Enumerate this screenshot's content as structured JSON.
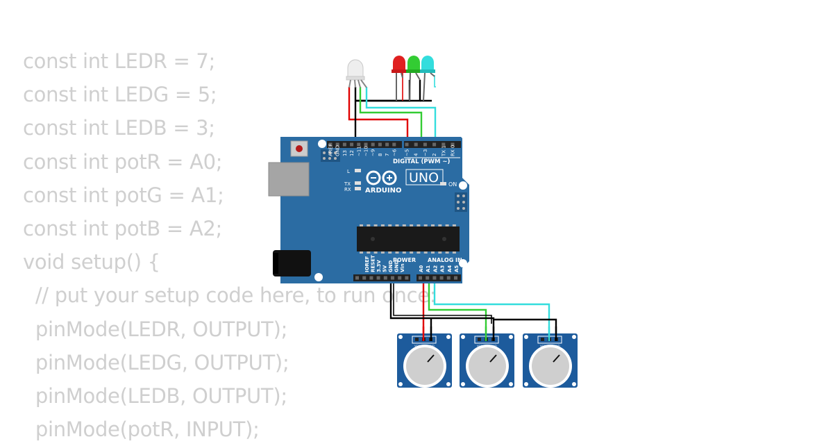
{
  "code": {
    "lines": [
      "const int LEDR = 7;",
      "const int LEDG = 5;",
      "const int LEDB = 3;",
      "const int potR = A0;",
      "const int potG = A1;",
      "const int potB = A2;",
      "void setup() {",
      "  // put your setup code here, to run once:",
      "  pinMode(LEDR, OUTPUT);",
      "  pinMode(LEDG, OUTPUT);",
      "  pinMode(LEDB, OUTPUT);",
      "  pinMode(potR, INPUT);"
    ]
  },
  "board": {
    "brand": "ARDUINO",
    "model": "UNO",
    "digital_label": "DIGITAL (PWM ~)",
    "power_label": "POWER",
    "analog_label": "ANALOG IN",
    "on_label": "ON",
    "l_label": "L",
    "tx_label": "TX",
    "rx_label": "RX",
    "top_pins": [
      "AREF",
      "GND",
      "13",
      "12",
      "~11",
      "~10",
      "~9",
      "8",
      "7",
      "~6",
      "~5",
      "4",
      "~3",
      "2",
      "TX 1",
      "RX 0"
    ],
    "power_pins": [
      "IOREF",
      "RESET",
      "3.3V",
      "5V",
      "GND",
      "GND",
      "Vin"
    ],
    "analog_pins": [
      "A0",
      "A1",
      "A2",
      "A3",
      "A4",
      "A5"
    ]
  },
  "potentiometer": {
    "pins": [
      "VCC",
      "SIG",
      "GND"
    ]
  },
  "colors": {
    "board": "#2b6ca3",
    "wire_red": "#e00000",
    "wire_green": "#33cc33",
    "wire_cyan": "#33dddd",
    "wire_black": "#000000",
    "pot_board": "#1d5b9c",
    "code_text": "#cfcfcf"
  }
}
